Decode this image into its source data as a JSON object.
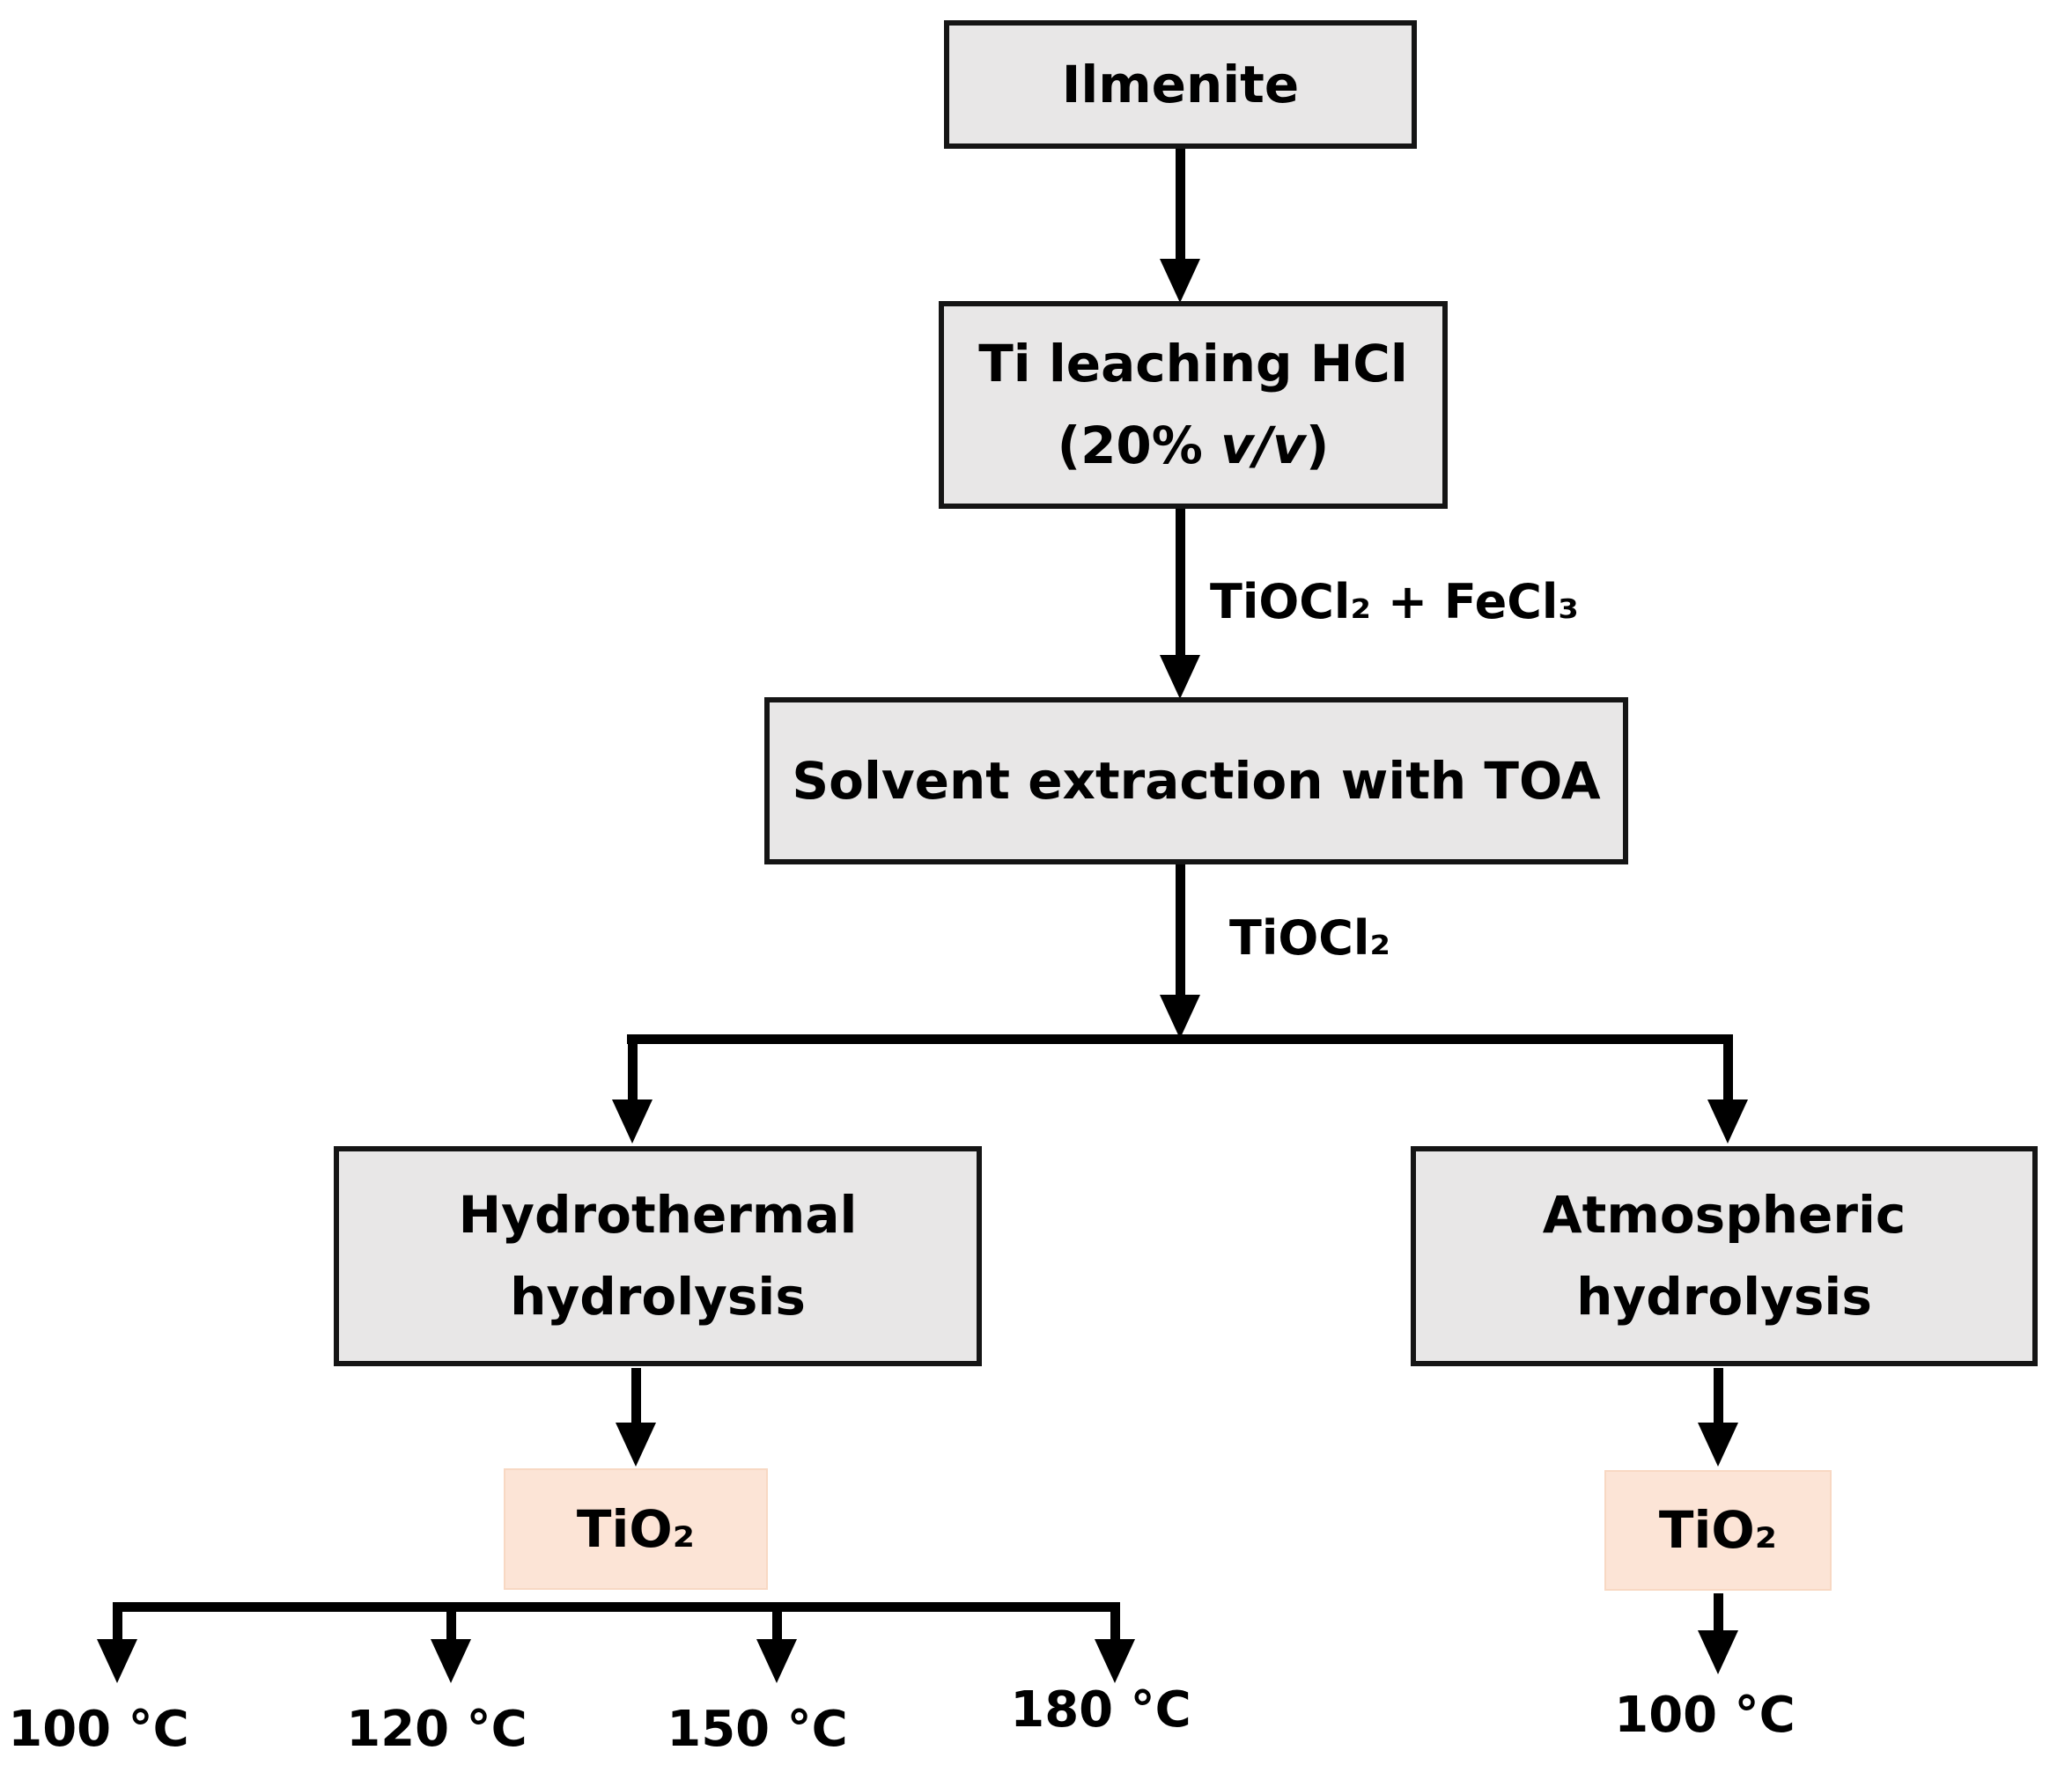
{
  "colors": {
    "line": "#000000",
    "node_fill": "#e8e7e7",
    "node_border": "#151515",
    "product_fill": "#fce4d6",
    "product_border": "#f8d8c3"
  },
  "nodes": {
    "ilmenite": {
      "label": "Ilmenite"
    },
    "ti_leaching": {
      "line1": "Ti leaching HCl",
      "line2_prefix": "(20% ",
      "line2_italic": "v/v",
      "line2_suffix": ")"
    },
    "solvent_extraction": {
      "label": "Solvent extraction with TOA"
    },
    "hydrothermal": {
      "line1": "Hydrothermal",
      "line2": "hydrolysis"
    },
    "atmospheric": {
      "line1": "Atmospheric",
      "line2": "hydrolysis"
    },
    "tio2_left": {
      "label": "TiO₂"
    },
    "tio2_right": {
      "label": "TiO₂"
    }
  },
  "edge_labels": {
    "leaching_to_extraction": "TiOCl₂ + FeCl₃",
    "extraction_to_branch": "TiOCl₂"
  },
  "hydrothermal_temperatures": [
    "100 °C",
    "120 °C",
    "150 °C",
    "180 °C"
  ],
  "atmospheric_temperature": "100 °C"
}
